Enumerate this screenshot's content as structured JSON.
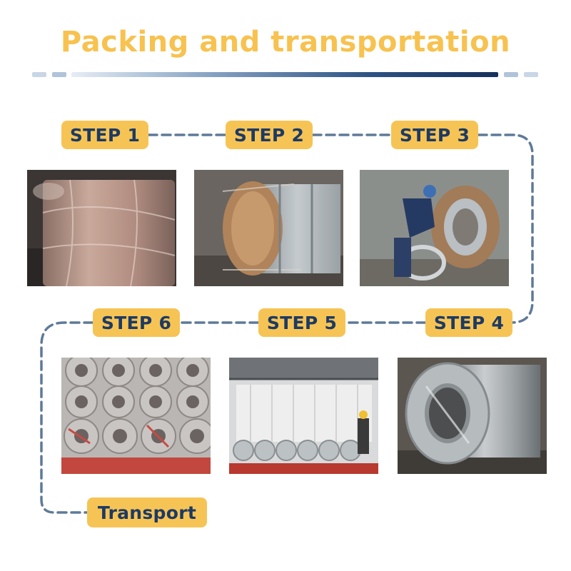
{
  "title": "Packing and transportation",
  "steps": [
    {
      "label": "STEP 1",
      "image": "coil-wrapped-in-plastic-film"
    },
    {
      "label": "STEP 2",
      "image": "coil-with-kraft-paper-edges"
    },
    {
      "label": "STEP 3",
      "image": "worker-fitting-edge-protector-ring"
    },
    {
      "label": "STEP 4",
      "image": "galvanized-steel-coil"
    },
    {
      "label": "STEP 5",
      "image": "coils-loaded-in-container"
    },
    {
      "label": "STEP 6",
      "image": "stacked-packed-coils"
    }
  ],
  "final_label": "Transport",
  "colors": {
    "title": "#f7c24f",
    "label_fill": "#f6c455",
    "label_text": "#1e3a63",
    "dashed_path": "#5f7a99",
    "rule_dark": "#1c3a66"
  }
}
